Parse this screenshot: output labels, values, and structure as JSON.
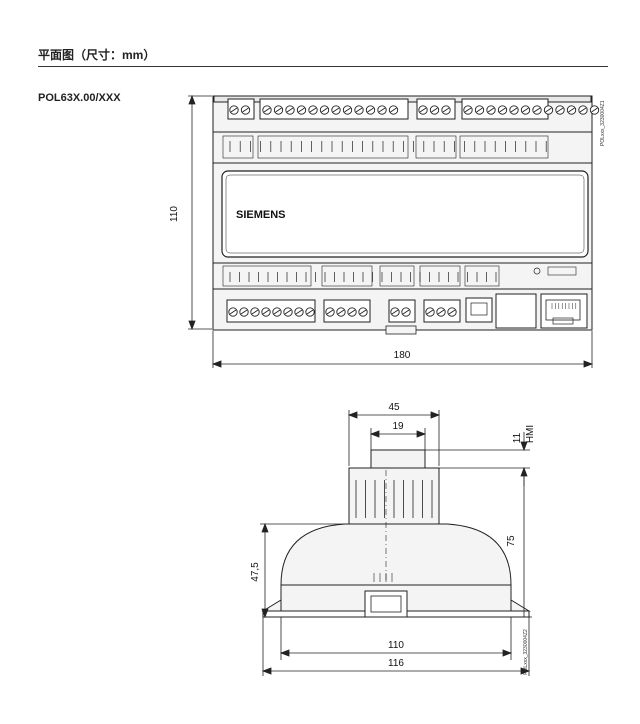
{
  "heading": "平面图（尺寸：mm）",
  "model": "POL63X.00/XXX",
  "front_view": {
    "height_dim": "110",
    "width_dim": "180",
    "brand": "SIEMENS",
    "drawing_code": "POLxxx_3230004Z1"
  },
  "side_view": {
    "top_width_dim": "45",
    "inner_width_dim": "19",
    "hmi_height_dim": "11",
    "hmi_label": "HMI",
    "height_dim": "75",
    "body_height_dim": "47,5",
    "base_width_dim": "110",
    "total_width_dim": "116",
    "drawing_code": "POLxxx_3230004Z2"
  }
}
